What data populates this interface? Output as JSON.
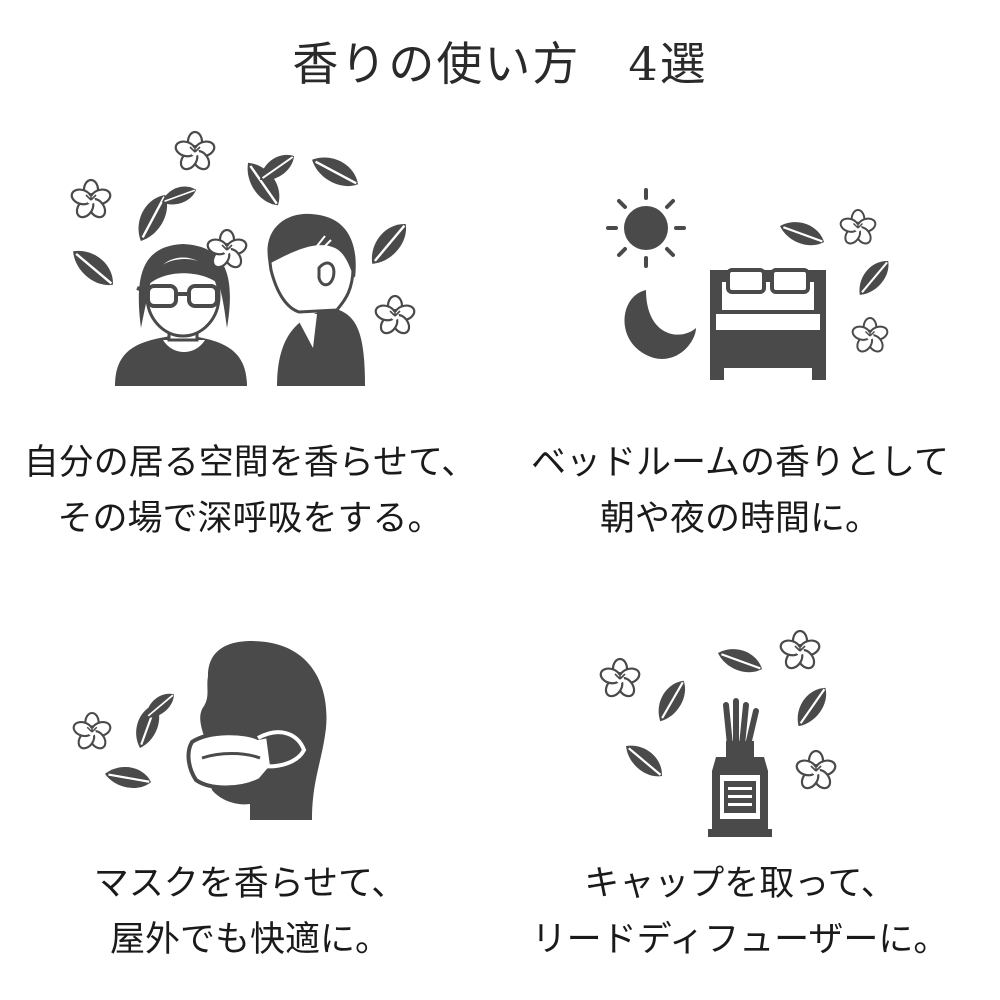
{
  "title": "香りの使い方　4選",
  "colors": {
    "icon": "#4a4a4a",
    "text": "#1a1a1a",
    "background": "#ffffff"
  },
  "panels": [
    {
      "id": "room",
      "icon": "people-leaves-flowers-icon",
      "lines": [
        "自分の居る空間を香らせて、",
        "その場で深呼吸をする。"
      ]
    },
    {
      "id": "bedroom",
      "icon": "bed-sun-moon-icon",
      "lines": [
        "ベッドルームの香りとして",
        "朝や夜の時間に。"
      ]
    },
    {
      "id": "mask",
      "icon": "mask-head-icon",
      "lines": [
        "マスクを香らせて、",
        "屋外でも快適に。"
      ]
    },
    {
      "id": "diffuser",
      "icon": "reed-diffuser-icon",
      "lines": [
        "キャップを取って、",
        "リードディフューザーに。"
      ]
    }
  ]
}
